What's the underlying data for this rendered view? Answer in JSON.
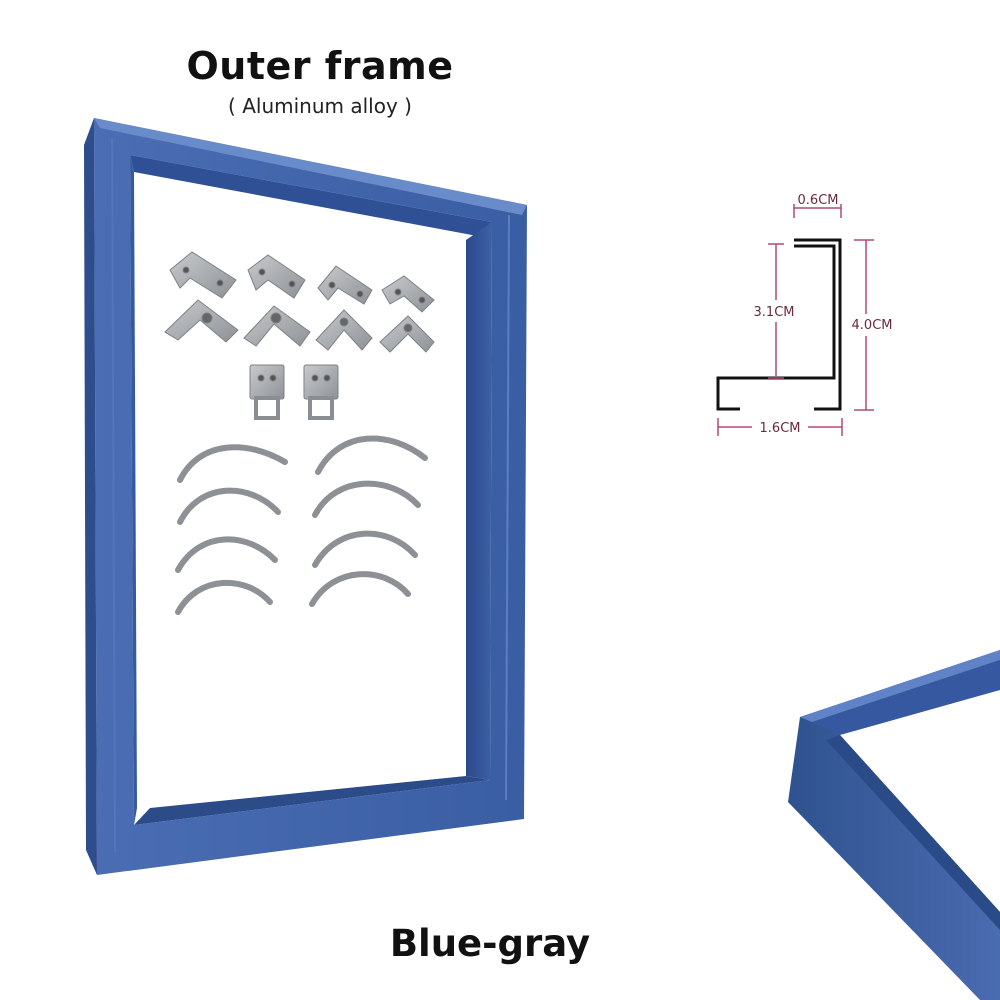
{
  "header": {
    "title": "Outer frame",
    "subtitle": "( Aluminum alloy )"
  },
  "profile_dimensions": {
    "top_width": "0.6CM",
    "inner_height": "3.1CM",
    "total_height": "4.0CM",
    "bottom_width": "1.6CM"
  },
  "footer": {
    "color_name": "Blue-gray"
  },
  "colors": {
    "frame_blue": "#3f63a8",
    "frame_dark": "#2e4f90",
    "frame_light": "#5b7dbd",
    "dimension_line": "#b0487a",
    "hardware_gray": "#a9acb0"
  },
  "icons": {
    "corner_brackets": "corner-bracket-icon",
    "hangers": "sawtooth-hanger-icon",
    "spring_clips": "spring-clip-icon"
  }
}
